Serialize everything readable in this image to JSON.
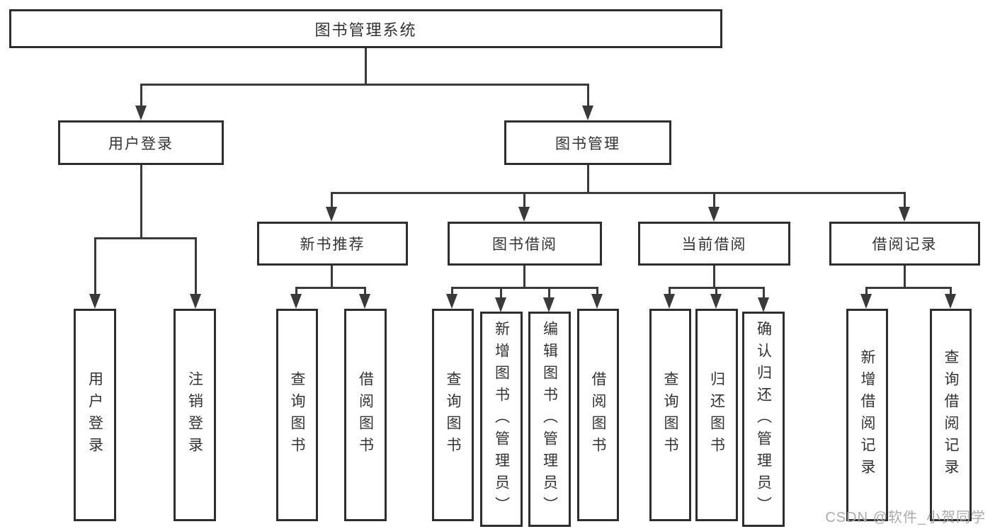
{
  "diagram": {
    "root": "图书管理系统",
    "level2": {
      "user_login": "用户登录",
      "book_management": "图书管理"
    },
    "level3": {
      "new_book_recommend": "新书推荐",
      "book_borrow": "图书借阅",
      "current_borrow": "当前借阅",
      "borrow_records": "借阅记录"
    },
    "leaves": {
      "user_login": "用户登录",
      "logout": "注销登录",
      "recommend_query_books": "查询图书",
      "recommend_borrow_books": "借阅图书",
      "borrow_query_books": "查询图书",
      "borrow_add_books": "新增图书（管理员）",
      "borrow_edit_books": "编辑图书（管理员）",
      "borrow_borrow_books": "借阅图书",
      "current_query_books": "查询图书",
      "current_return_books": "归还图书",
      "current_confirm_return": "确认归还（管理员）",
      "records_add_record": "新增借阅记录",
      "records_query_record": "查询借阅记录"
    }
  },
  "watermark": "CSDN @软件_小贺同学",
  "colors": {
    "line": "#3a3a3a",
    "box_border": "#2e2e2e",
    "box_fill": "#ffffff",
    "text": "#333333",
    "watermark": "#ababab"
  }
}
